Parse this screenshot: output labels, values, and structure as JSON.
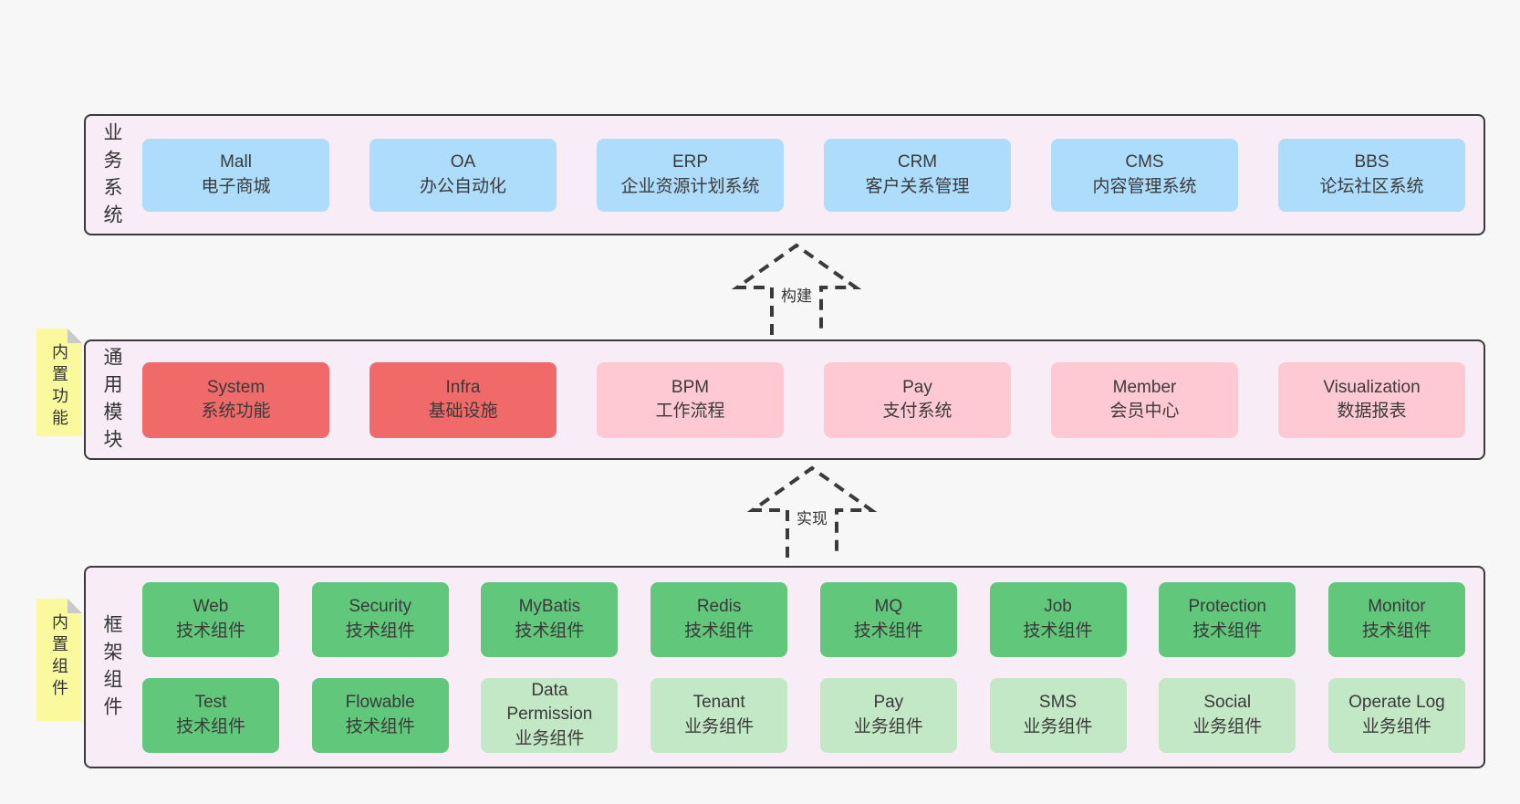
{
  "colors": {
    "page_bg": "#f7f7f7",
    "container_bg": "#f8edf6",
    "border": "#3a3a3a",
    "blue": "#aedcfb",
    "red": "#f06a6a",
    "pink": "#ffc9d3",
    "green": "#61c77b",
    "lightgreen": "#c2e8c5",
    "note_yellow": "#fbf99e",
    "fold_gray": "#c9c9c9"
  },
  "sections": {
    "business": {
      "label": "业务系统",
      "boxes": [
        {
          "name": "Mall",
          "desc": "电子商城"
        },
        {
          "name": "OA",
          "desc": "办公自动化"
        },
        {
          "name": "ERP",
          "desc": "企业资源计划系统"
        },
        {
          "name": "CRM",
          "desc": "客户关系管理"
        },
        {
          "name": "CMS",
          "desc": "内容管理系统"
        },
        {
          "name": "BBS",
          "desc": "论坛社区系统"
        }
      ]
    },
    "modules": {
      "label": "通用模块",
      "note": "内置功能",
      "boxes": [
        {
          "name": "System",
          "desc": "系统功能"
        },
        {
          "name": "Infra",
          "desc": "基础设施"
        },
        {
          "name": "BPM",
          "desc": "工作流程"
        },
        {
          "name": "Pay",
          "desc": "支付系统"
        },
        {
          "name": "Member",
          "desc": "会员中心"
        },
        {
          "name": "Visualization",
          "desc": "数据报表"
        }
      ]
    },
    "framework": {
      "label": "框架组件",
      "note": "内置组件",
      "row1": [
        {
          "name": "Web",
          "desc": "技术组件"
        },
        {
          "name": "Security",
          "desc": "技术组件"
        },
        {
          "name": "MyBatis",
          "desc": "技术组件"
        },
        {
          "name": "Redis",
          "desc": "技术组件"
        },
        {
          "name": "MQ",
          "desc": "技术组件"
        },
        {
          "name": "Job",
          "desc": "技术组件"
        },
        {
          "name": "Protection",
          "desc": "技术组件"
        },
        {
          "name": "Monitor",
          "desc": "技术组件"
        }
      ],
      "row2": [
        {
          "name": "Test",
          "desc": "技术组件"
        },
        {
          "name": "Flowable",
          "desc": "技术组件"
        },
        {
          "name": "Data Permission",
          "desc": "业务组件"
        },
        {
          "name": "Tenant",
          "desc": "业务组件"
        },
        {
          "name": "Pay",
          "desc": "业务组件"
        },
        {
          "name": "SMS",
          "desc": "业务组件"
        },
        {
          "name": "Social",
          "desc": "业务组件"
        },
        {
          "name": "Operate Log",
          "desc": "业务组件"
        }
      ]
    }
  },
  "arrows": {
    "build": "构建",
    "implement": "实现"
  }
}
